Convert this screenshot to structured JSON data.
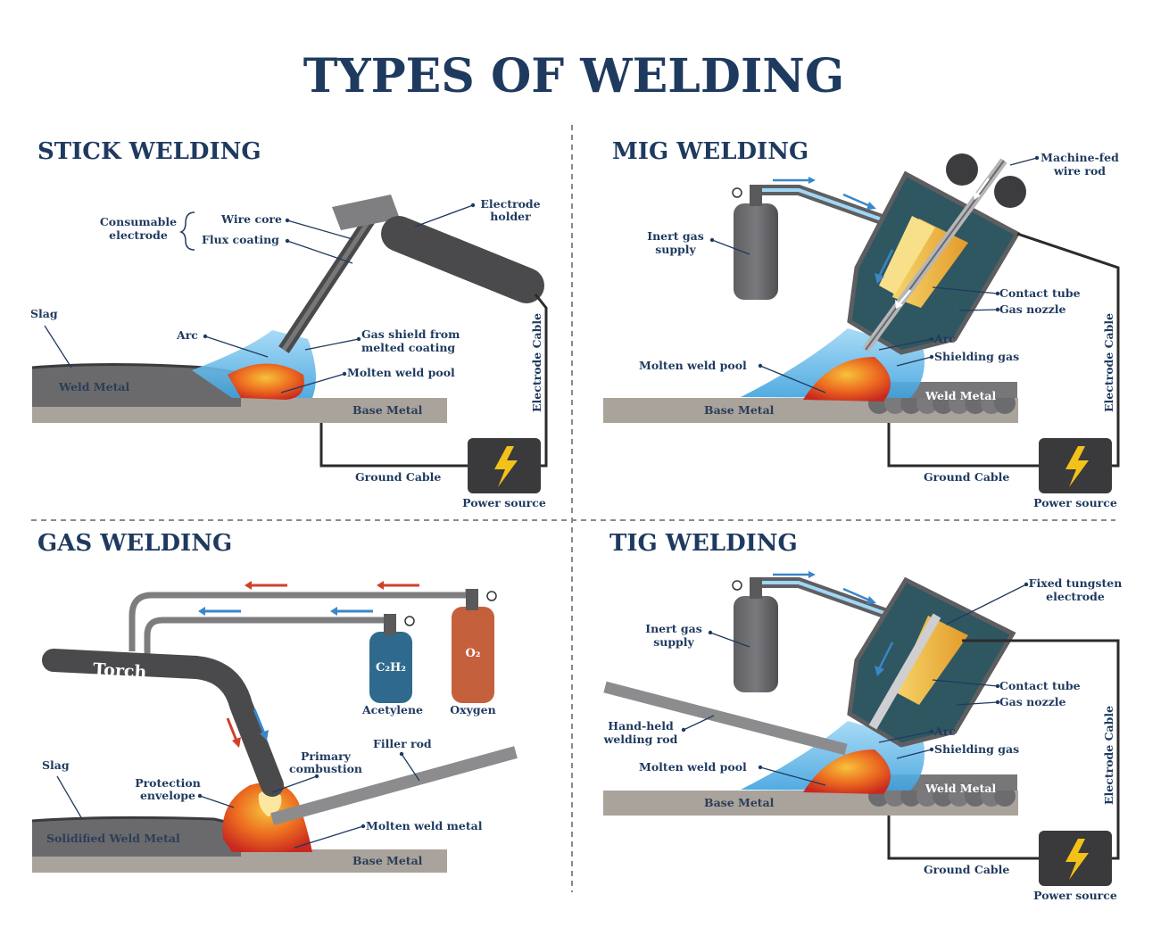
{
  "title": "TYPES OF WELDING",
  "stick": {
    "heading": "STICK WELDING",
    "consumable_electrode": [
      "Consumable",
      "electrode"
    ],
    "wire_core": "Wire core",
    "flux_coating": "Flux coating",
    "electrode_holder": [
      "Electrode",
      "holder"
    ],
    "slag": "Slag",
    "arc": "Arc",
    "gas_shield": [
      "Gas shield from",
      "melted coating"
    ],
    "molten_weld_pool": "Molten weld pool",
    "weld_metal": "Weld Metal",
    "base_metal": "Base Metal",
    "electrode_cable": "Electrode Cable",
    "ground_cable": "Ground Cable",
    "power_source": "Power source"
  },
  "mig": {
    "heading": "MIG WELDING",
    "machine_fed": [
      "Machine-fed",
      "wire rod"
    ],
    "inert_gas": [
      "Inert gas",
      "supply"
    ],
    "contact_tube": "Contact tube",
    "gas_nozzle": "Gas nozzle",
    "arc": "Arc",
    "shielding_gas": "Shielding gas",
    "molten_weld_pool": "Molten weld pool",
    "weld_metal": "Weld Metal",
    "base_metal": "Base Metal",
    "electrode_cable": "Electrode Cable",
    "ground_cable": "Ground Cable",
    "power_source": "Power source"
  },
  "gas": {
    "heading": "GAS WELDING",
    "torch": "Torch",
    "c2h2": "C₂H₂",
    "o2": "O₂",
    "acetylene": "Acetylene",
    "oxygen": "Oxygen",
    "filler_rod": "Filler rod",
    "primary_combustion": [
      "Primary",
      "combustion"
    ],
    "slag": "Slag",
    "protection_envelope": [
      "Protection",
      "envelope"
    ],
    "molten_weld_metal": "Molten weld metal",
    "solidified_weld_metal": "Solidified Weld Metal",
    "base_metal": "Base Metal"
  },
  "tig": {
    "heading": "TIG WELDING",
    "fixed_tungsten": [
      "Fixed tungsten",
      "electrode"
    ],
    "inert_gas": [
      "Inert gas",
      "supply"
    ],
    "contact_tube": "Contact tube",
    "gas_nozzle": "Gas nozzle",
    "hand_held": [
      "Hand-held",
      "welding rod"
    ],
    "arc": "Arc",
    "shielding_gas": "Shielding gas",
    "molten_weld_pool": "Molten weld pool",
    "weld_metal": "Weld Metal",
    "base_metal": "Base Metal",
    "electrode_cable": "Electrode Cable",
    "ground_cable": "Ground Cable",
    "power_source": "Power source"
  },
  "colors": {
    "navy": "#1f3a5f",
    "metal": "#a9a39c",
    "dark_metal": "#5e5e60",
    "flame": "#e8651f",
    "shield_blue": "#5ab4e6",
    "arrow_blue": "#3a86c8",
    "arrow_red": "#d0402c"
  }
}
